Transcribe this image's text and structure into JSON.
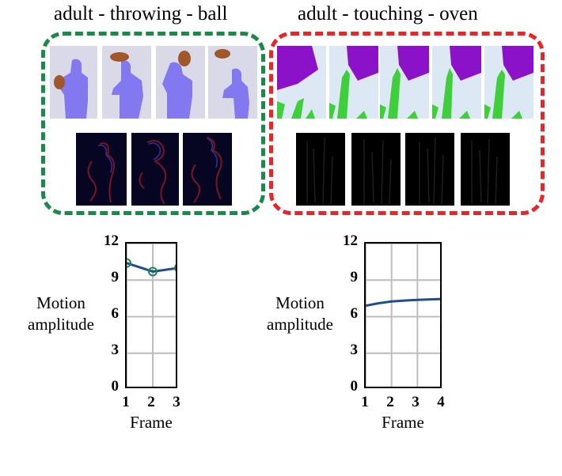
{
  "groups": [
    {
      "id": "throwing",
      "title": "adult - throwing - ball",
      "border_color": "#1a8a4a",
      "seg_colors": {
        "background": "#d9d9e8",
        "person": "#8378f0",
        "object": "#a0582a"
      },
      "motion_tile_count": 3,
      "chart_data": {
        "type": "line",
        "x": [
          1,
          2,
          3
        ],
        "series": [
          {
            "values": [
              10.4,
              9.7,
              10.0
            ],
            "color": "#1f4e8c",
            "marker": "circle",
            "marker_color": "#1a8a4a"
          }
        ],
        "xlabel": "Frame",
        "ylabel": "Motion amplitude",
        "xlim": [
          1,
          3
        ],
        "ylim": [
          0,
          12
        ],
        "x_ticks": [
          "1",
          "2",
          "3"
        ],
        "y_ticks": [
          "0",
          "3",
          "6",
          "9",
          "12"
        ],
        "grid": true
      }
    },
    {
      "id": "touching",
      "title": "adult - touching - oven",
      "border_color": "#e8262a",
      "seg_colors": {
        "background": "#dce9f5",
        "object": "#8b12c8",
        "person": "#3fcf3a"
      },
      "motion_tile_count": 4,
      "chart_data": {
        "type": "line",
        "x": [
          1,
          1.5,
          2,
          2.5,
          3,
          3.5,
          4
        ],
        "series": [
          {
            "values": [
              6.9,
              7.1,
              7.25,
              7.32,
              7.38,
              7.42,
              7.45
            ],
            "color": "#1f4e8c"
          }
        ],
        "xlabel": "Frame",
        "ylabel": "Motion amplitude",
        "xlim": [
          1,
          4
        ],
        "ylim": [
          0,
          12
        ],
        "x_ticks": [
          "1",
          "2",
          "3",
          "4"
        ],
        "y_ticks": [
          "0",
          "3",
          "6",
          "9",
          "12"
        ],
        "grid": true
      }
    }
  ]
}
